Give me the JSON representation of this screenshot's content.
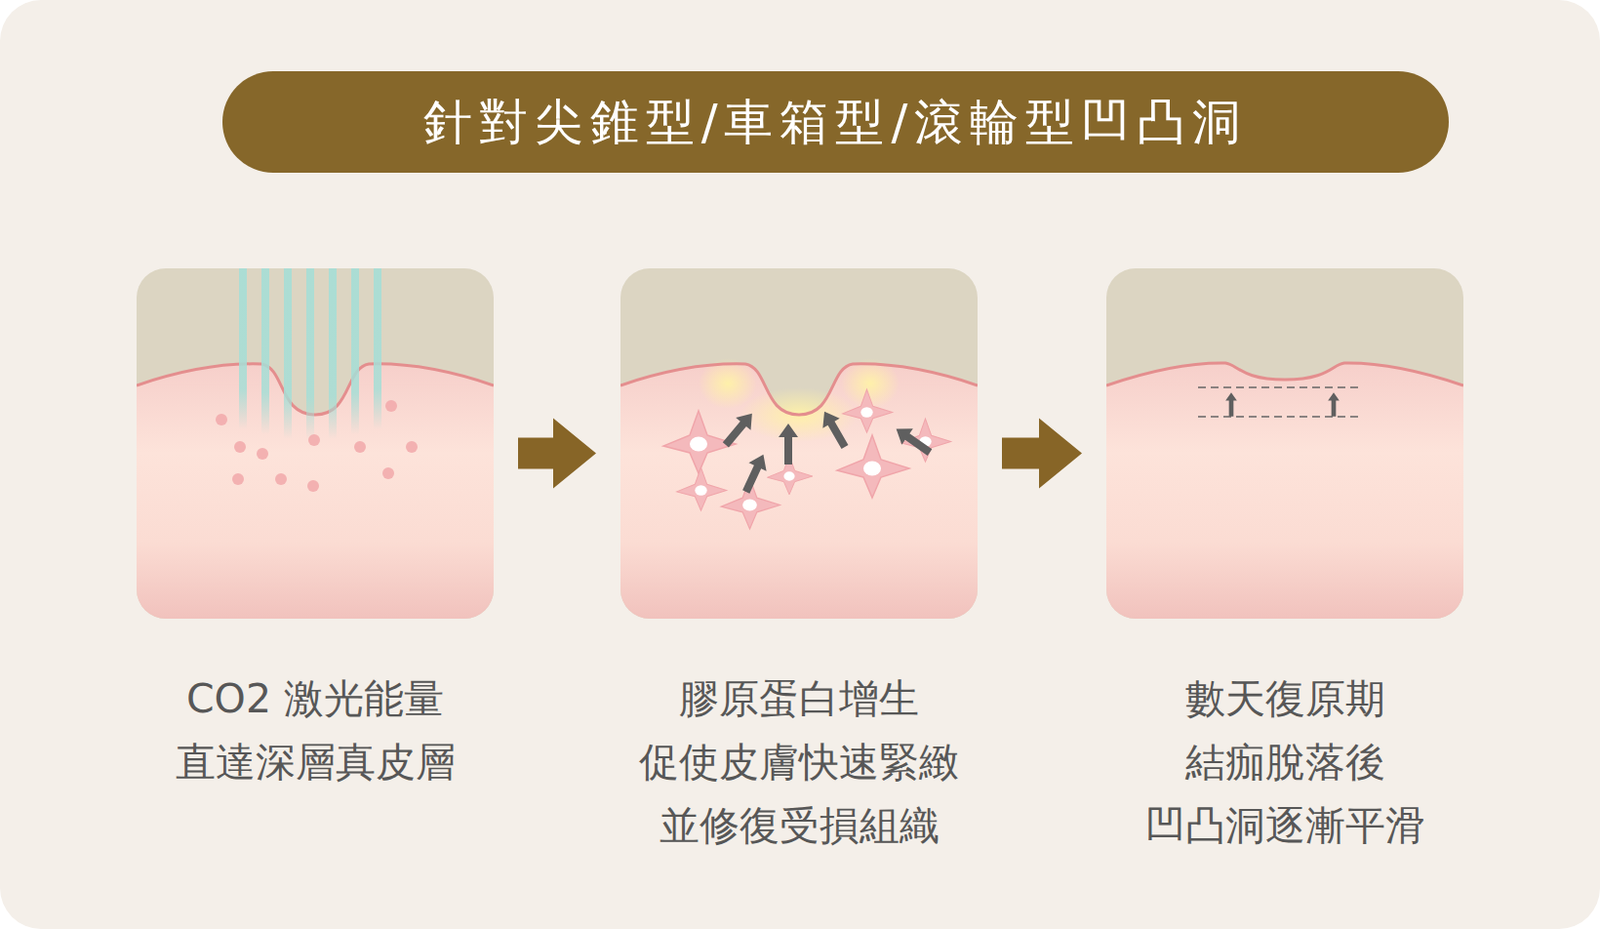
{
  "diagram": {
    "title": "針對尖錐型/車箱型/滾輪型凹凸洞",
    "nodes": [
      {
        "text": [
          "CO2 激光能量 直達深層真皮層"
        ]
      },
      {
        "text": [
          "膠原蛋白增生 促使皮膚快速緊緻 並修復受損組織"
        ]
      },
      {
        "text": [
          "數天復原期 結痂脫落後 凹凸洞逐漸平滑"
        ]
      }
    ],
    "edges": [
      {
        "from": 0,
        "to": 1,
        "arrow": "to"
      },
      {
        "from": 1,
        "to": 2,
        "arrow": "to"
      }
    ]
  }
}
